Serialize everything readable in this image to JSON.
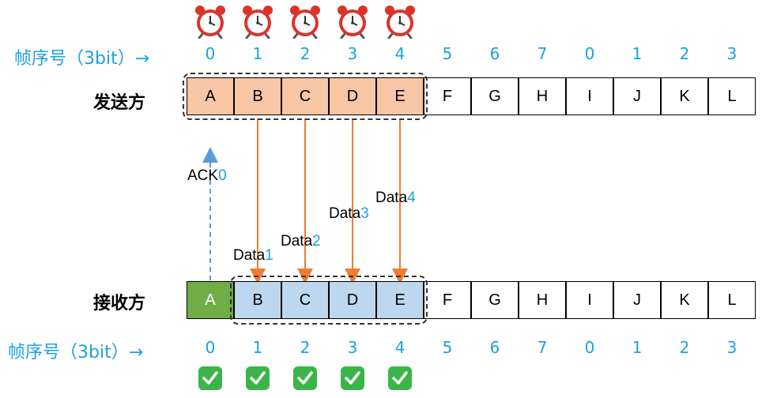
{
  "seq_label": "帧序号（3bit）→",
  "sequence_numbers": [
    "0",
    "1",
    "2",
    "3",
    "4",
    "5",
    "6",
    "7",
    "0",
    "1",
    "2",
    "3"
  ],
  "sender": {
    "label": "发送方",
    "frames": [
      "A",
      "B",
      "C",
      "D",
      "E",
      "F",
      "G",
      "H",
      "I",
      "J",
      "K",
      "L"
    ],
    "window_start": 0,
    "window_size": 5
  },
  "receiver": {
    "label": "接收方",
    "frames": [
      "A",
      "B",
      "C",
      "D",
      "E",
      "F",
      "G",
      "H",
      "I",
      "J",
      "K",
      "L"
    ],
    "acked_count": 1,
    "window_start": 1,
    "window_size": 4
  },
  "timers": {
    "count": 5,
    "icon": "alarm-clock-icon"
  },
  "checks": {
    "count": 5,
    "icon": "check-mark-icon"
  },
  "ack": {
    "prefix": "ACK",
    "index": "0"
  },
  "data_messages": [
    {
      "prefix": "Data",
      "index": "1"
    },
    {
      "prefix": "Data",
      "index": "2"
    },
    {
      "prefix": "Data",
      "index": "3"
    },
    {
      "prefix": "Data",
      "index": "4"
    }
  ],
  "colors": {
    "accent_blue": "#1ba1e2",
    "sender_window": "#f7c6a5",
    "receiver_window": "#bdd7ee",
    "acked": "#70ad47",
    "arrow": "#ed7d31",
    "ack_arrow": "#5b9bd5"
  }
}
